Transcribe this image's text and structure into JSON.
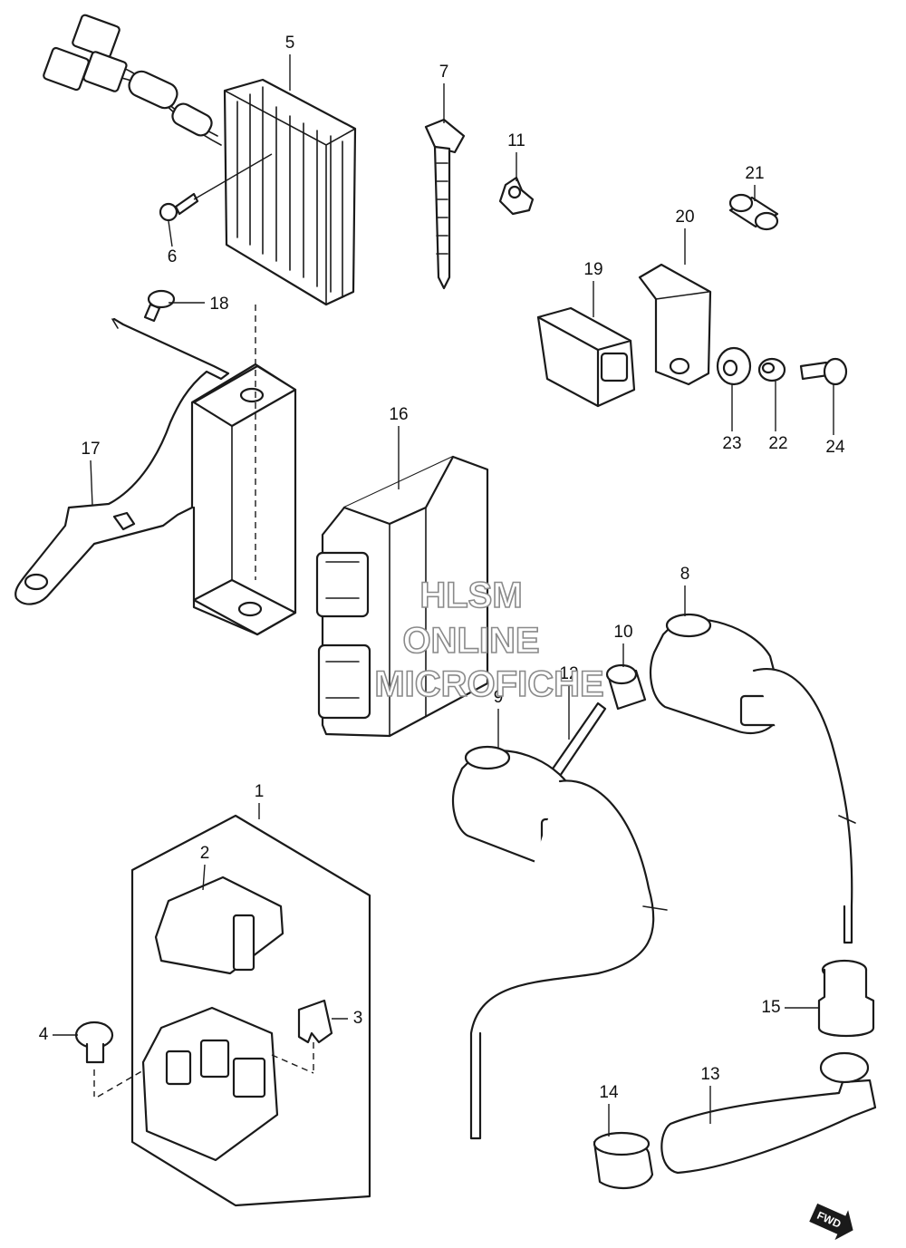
{
  "callouts": {
    "c1": "1",
    "c2": "2",
    "c3": "3",
    "c4": "4",
    "c5": "5",
    "c6": "6",
    "c7": "7",
    "c8": "8",
    "c9": "9",
    "c10": "10",
    "c11": "11",
    "c12": "12",
    "c13": "13",
    "c14": "14",
    "c15": "15",
    "c16": "16",
    "c17": "17",
    "c18": "18",
    "c19": "19",
    "c20": "20",
    "c21": "21",
    "c22": "22",
    "c23": "23",
    "c24": "24"
  },
  "watermark": {
    "line1": "HLSM",
    "line2": "ONLINE",
    "line3": "MICROFICHE"
  },
  "fwd_badge": "FWD"
}
